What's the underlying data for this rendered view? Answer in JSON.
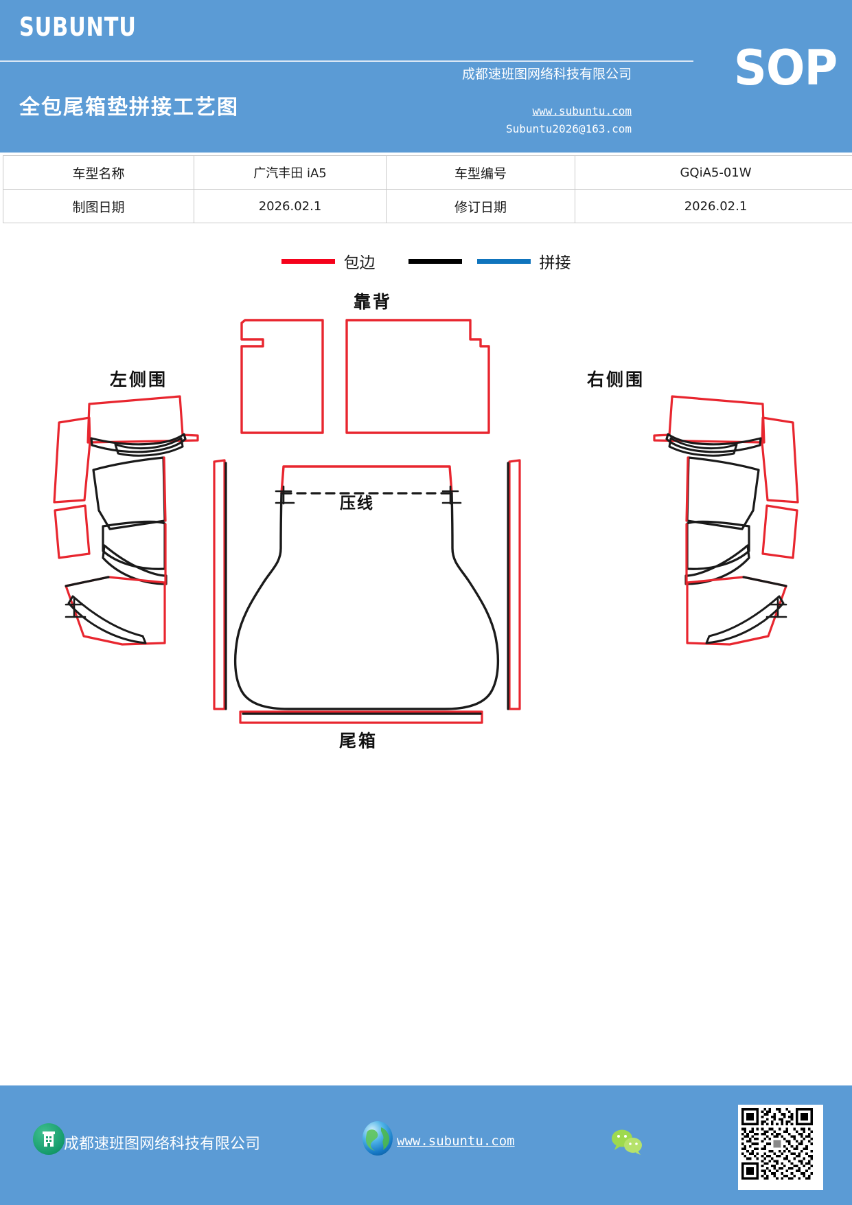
{
  "header": {
    "brand": "SUBUNTU",
    "doc_title": "全包尾箱垫拼接工艺图",
    "company": "成都速班图网络科技有限公司",
    "website": "www.subuntu.com",
    "email": "Subuntu2026@163.com",
    "badge": "SOP",
    "bg_color": "#5b9bd5"
  },
  "info_table": {
    "rows": [
      {
        "label1": "车型名称",
        "value1": "广汽丰田 iA5",
        "label2": "车型编号",
        "value2": "GQiA5-01W"
      },
      {
        "label1": "制图日期",
        "value1": "2026.02.1",
        "label2": "修订日期",
        "value2": "2026.02.1"
      }
    ]
  },
  "legend": {
    "items": [
      {
        "label": "包边",
        "color": "#f5021b",
        "swatch": "red-line-swatch"
      },
      {
        "label": "拼接",
        "color": "#000000",
        "color2": "#0f74bd",
        "swatch": "black-blue-line-swatch"
      }
    ]
  },
  "diagram": {
    "labels": {
      "backrest": "靠背",
      "left_side": "左侧围",
      "right_side": "右侧围",
      "press_line": "压线",
      "trunk": "尾箱",
      "stop_mark": "止"
    },
    "colors": {
      "binding_red": "#e8262f",
      "splice_black": "#1a1a1a",
      "splice_blue": "#0f74bd"
    }
  },
  "footer": {
    "company": "成都速班图网络科技有限公司",
    "website": "www.subuntu.com",
    "bg_color": "#5b9bd5"
  }
}
